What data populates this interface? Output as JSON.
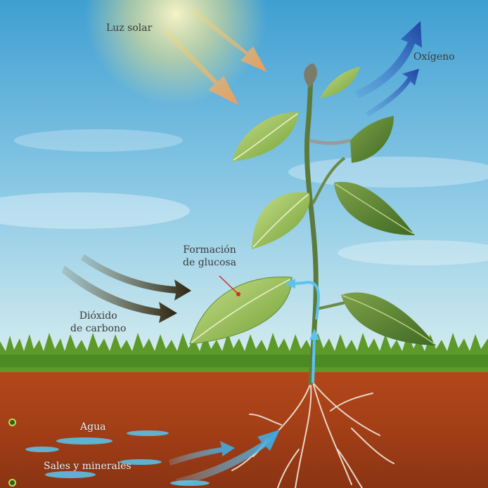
{
  "labels": {
    "sunlight": "Luz solar",
    "oxygen": "Oxígeno",
    "glucose_line1": "Formación",
    "glucose_line2": "de glucosa",
    "co2_line1": "Dióxido",
    "co2_line2": "de carbono",
    "water": "Agua",
    "salts": "Sales y minerales"
  },
  "colors": {
    "sky_top": "#4aa6d6",
    "sky_bottom": "#cfe9ef",
    "soil": "#b3481e",
    "grass": "#5e9a2c",
    "leaf": "#8ebe45",
    "oxygen_arrow": "#244fa8",
    "sun_arrow": "#f2b55a",
    "co2_arrow": "#3a2e10",
    "water_arrow": "#4db3e0",
    "glucose_pointer": "#d42a2a"
  }
}
